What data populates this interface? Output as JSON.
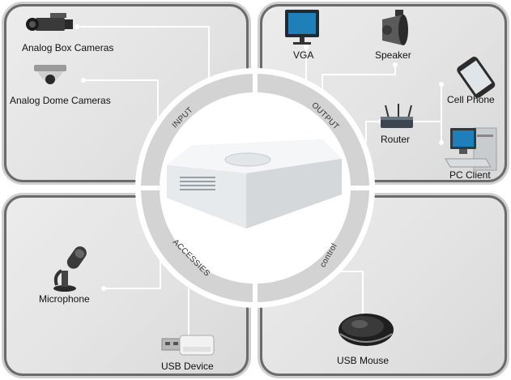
{
  "devices": {
    "analog_box_cameras": "Analog Box Cameras",
    "analog_dome_cameras": "Analog Dome Cameras",
    "vga": "VGA",
    "speaker": "Speaker",
    "cell_phone": "Cell Phone",
    "router": "Router",
    "pc_client": "PC Client",
    "microphone": "Microphone",
    "usb_device": "USB Device",
    "usb_mouse": "USB Mouse"
  },
  "ring_labels": {
    "input": "INPUT",
    "output": "OUTPUT",
    "accessies": "ACCESSIES",
    "control": "control"
  },
  "colors": {
    "panel": "#e6e6e6",
    "panel_border": "#6b6b6b",
    "ring": "#d3d3d3",
    "connector": "#ffffff"
  }
}
